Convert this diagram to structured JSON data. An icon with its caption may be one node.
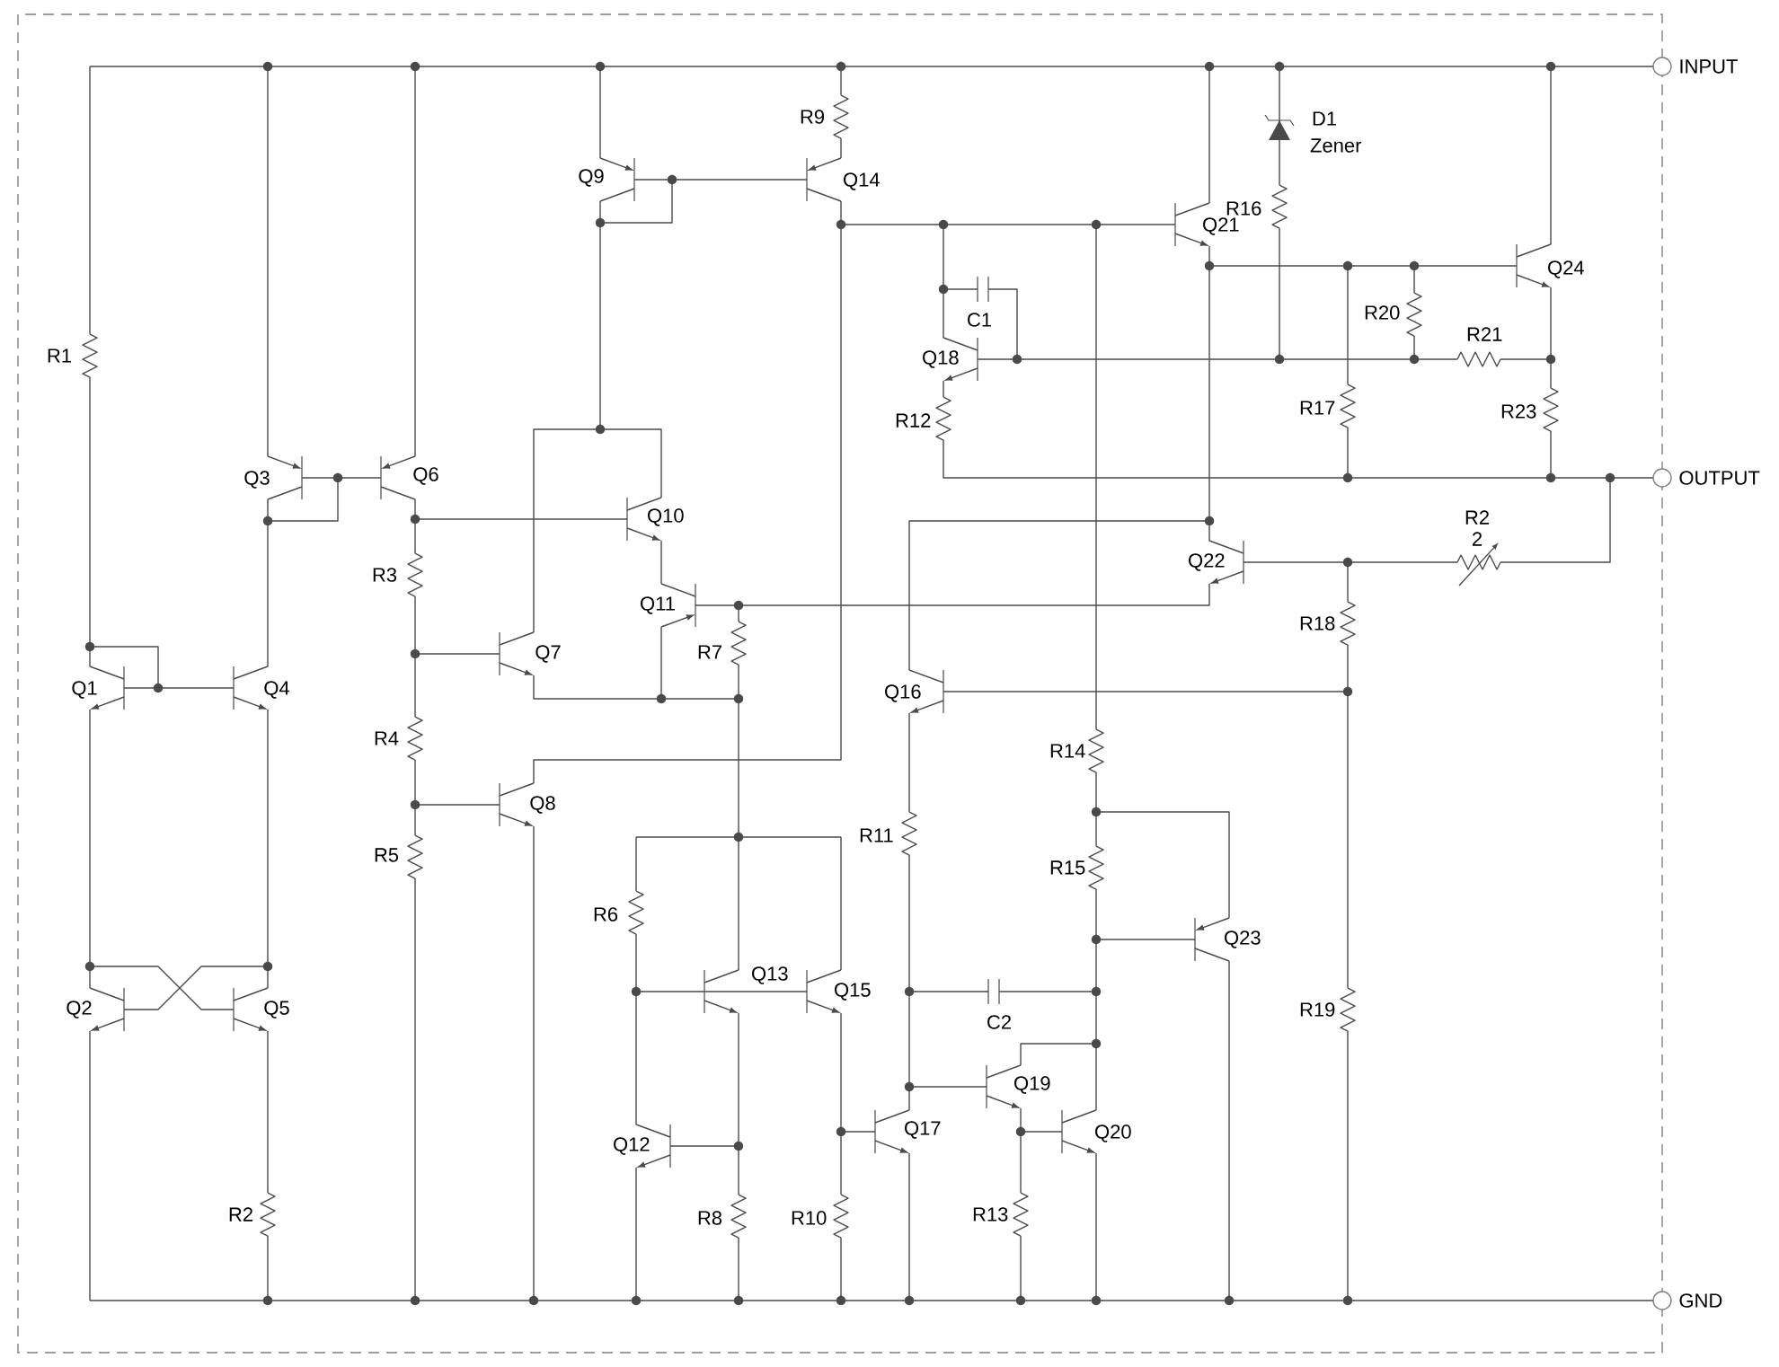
{
  "diagram": {
    "nodes": [
      {
        "text": [],
        "shape": "circle",
        "beside": [
          "INPUT"
        ]
      },
      {
        "text": [],
        "shape": "circle",
        "beside": [
          "OUTPUT"
        ]
      },
      {
        "text": [],
        "shape": "circle",
        "beside": [
          "GND"
        ]
      }
    ],
    "labels": [
      "R9",
      "Q9",
      "Q14",
      "D1",
      "Zener",
      "R16",
      "Q21",
      "Q24",
      "R20",
      "C1",
      "R21",
      "R1",
      "Q18",
      "R12",
      "R17",
      "R23",
      "Q3",
      "Q6",
      "Q10",
      "R2 2",
      "R3",
      "Q22",
      "Q11",
      "R18",
      "Q7",
      "R7",
      "Q1",
      "Q4",
      "Q16",
      "R4",
      "R14",
      "Q8",
      "R11",
      "R5",
      "R15",
      "R6",
      "Q23",
      "Q13",
      "Q15",
      "Q2",
      "Q5",
      "R19",
      "C2",
      "Q19",
      "Q17",
      "Q20",
      "Q12",
      "R2",
      "R8",
      "R10",
      "R13"
    ]
  }
}
